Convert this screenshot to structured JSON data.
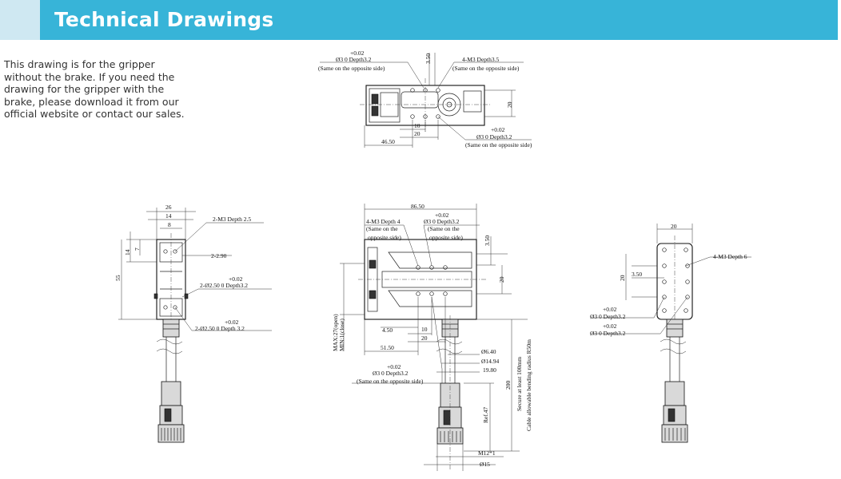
{
  "header": {
    "title": "Technical Drawings"
  },
  "intro": {
    "text": "This drawing is for the gripper without the brake. If you need the drawing for the gripper with the brake, please download it from our official website or contact our sales."
  },
  "top_view": {
    "tol_a": "+0.02",
    "hole_a": "Ø3  0     Depth3.2",
    "note_a": "(Same on the opposite side)",
    "dim_350": "3.50",
    "thread_a": "4-M3 Depth3.5",
    "note_b": "(Same on the opposite side)",
    "dim_20_side": "20",
    "dim_10": "10",
    "dim_20": "20",
    "dim_4650": "46.50",
    "tol_b": "+0.02",
    "hole_b": "Ø3  0     Depth3.2",
    "note_c": "(Same on the opposite side)"
  },
  "left_view": {
    "dim_26": "26",
    "dim_14": "14",
    "dim_8": "8",
    "dim_7": "7",
    "dim_14v": "14",
    "dim_55": "55",
    "thread": "2-M3 Depth 2.5",
    "dim_290": "2-2.90",
    "tol_a": "+0.02",
    "hole_a": "2-Ø2.50  0     Depth3.2",
    "tol_b": "+0.02",
    "hole_b": "2-Ø2.50  0     Depth 3.2"
  },
  "front_view": {
    "dim_8650": "86.50",
    "thread": "4-M3 Depth 4",
    "note_a1": "(Same on the",
    "note_a2": "opposite side)",
    "tol_a": "+0.02",
    "hole_a": "Ø3  0     Depth3.2",
    "note_b1": "(Same on the",
    "note_b2": "opposite side)",
    "dim_350": "3.50",
    "dim_20": "20",
    "stroke_max": "MAX:27(open)",
    "stroke_min": "MIN:1(close)",
    "dim_450": "4.50",
    "dim_10": "10",
    "dim_20b": "20",
    "dim_5150": "51.50",
    "dim_640": "Ø6.40",
    "dim_1494": "Ø14.94",
    "dim_1980": "19.80",
    "tol_b": "+0.02",
    "hole_b": "Ø3  0     Depth3.2",
    "note_c": "(Same on the opposite side)",
    "dim_200": "200",
    "secure": "Secure at least 100mm",
    "cable": "Cable allowable bending radius R50m",
    "dim_ref47": "Ref.47",
    "dim_m12": "M12*1",
    "dim_15": "Ø15"
  },
  "right_view": {
    "dim_20": "20",
    "thread": "4-M3 Depth 6",
    "dim_350": "3.50",
    "dim_20v": "20",
    "tol_a": "+0.02",
    "hole_a": "Ø3  0     Depth3.2",
    "tol_b": "+0.02",
    "hole_b": "Ø3  0     Depth3.2"
  }
}
